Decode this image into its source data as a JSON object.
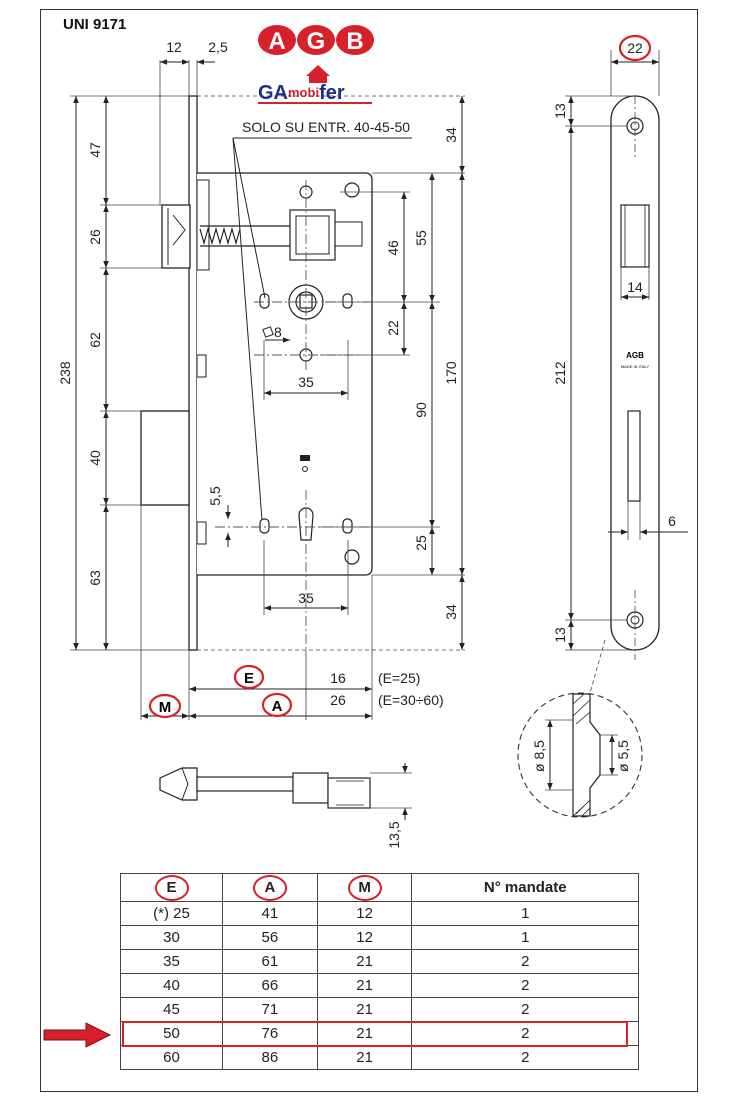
{
  "header": {
    "standard": "UNI 9171",
    "brand_letters": [
      "A",
      "G",
      "B"
    ],
    "subbrand_ga": "GA",
    "subbrand_mobi": "mobi",
    "subbrand_fer": "fer"
  },
  "notes": {
    "solo": "SOLO SU ENTR. 40-45-50",
    "e25": "(E=25)",
    "e30": "(E=30÷60)"
  },
  "dims": {
    "top12": "12",
    "top25": "2,5",
    "l238": "238",
    "l47": "47",
    "l26": "26",
    "l62": "62",
    "l40": "40",
    "l63": "63",
    "r34a": "34",
    "r55": "55",
    "r46": "46",
    "r170": "170",
    "r22": "22",
    "r90": "90",
    "r25": "25",
    "r34b": "34",
    "sq8": "8",
    "w35a": "35",
    "v55": "5,5",
    "w35b": "35",
    "b16": "16",
    "b26": "26",
    "b135": "13,5",
    "lblE": "E",
    "lblA": "A",
    "lblM": "M",
    "f22": "22",
    "f13a": "13",
    "f14": "14",
    "f212": "212",
    "f6": "6",
    "f13b": "13",
    "d85": "ø 8,5",
    "d55": "ø 5,5",
    "plate_brand": "AGB",
    "plate_made": "MADE IN ITALY"
  },
  "table": {
    "headers": [
      "E",
      "A",
      "M",
      "N° mandate"
    ],
    "rows": [
      [
        "(*) 25",
        "41",
        "12",
        "1"
      ],
      [
        "30",
        "56",
        "12",
        "1"
      ],
      [
        "35",
        "61",
        "21",
        "2"
      ],
      [
        "40",
        "66",
        "21",
        "2"
      ],
      [
        "45",
        "71",
        "21",
        "2"
      ],
      [
        "50",
        "76",
        "21",
        "2"
      ],
      [
        "60",
        "86",
        "21",
        "2"
      ]
    ],
    "highlighted_row": 5
  },
  "colors": {
    "accent": "#d6202a",
    "line": "#222222",
    "brand_blue": "#1c2f8a"
  }
}
